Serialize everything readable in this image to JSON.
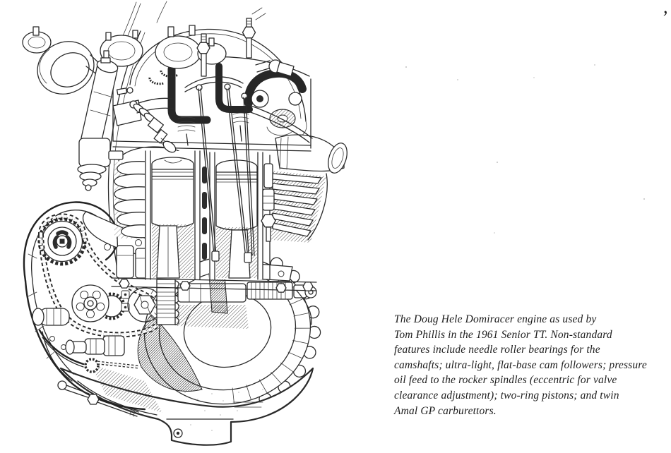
{
  "page": {
    "paper_color": "#ffffff",
    "ink_color": "#262626",
    "corner_mark": "’"
  },
  "figure": {
    "caption_lines": [
      "The Doug Hele Domiracer engine as used by",
      "Tom Phillis in the 1961 Senior TT. Non-standard",
      "features include needle roller bearings for the",
      "camshafts; ultra-light, flat-base cam followers; pressure",
      "oil feed to the rocker spindles (eccentric for valve",
      "clearance adjustment); two-ring pistons; and twin",
      "Amal GP carburettors."
    ]
  }
}
